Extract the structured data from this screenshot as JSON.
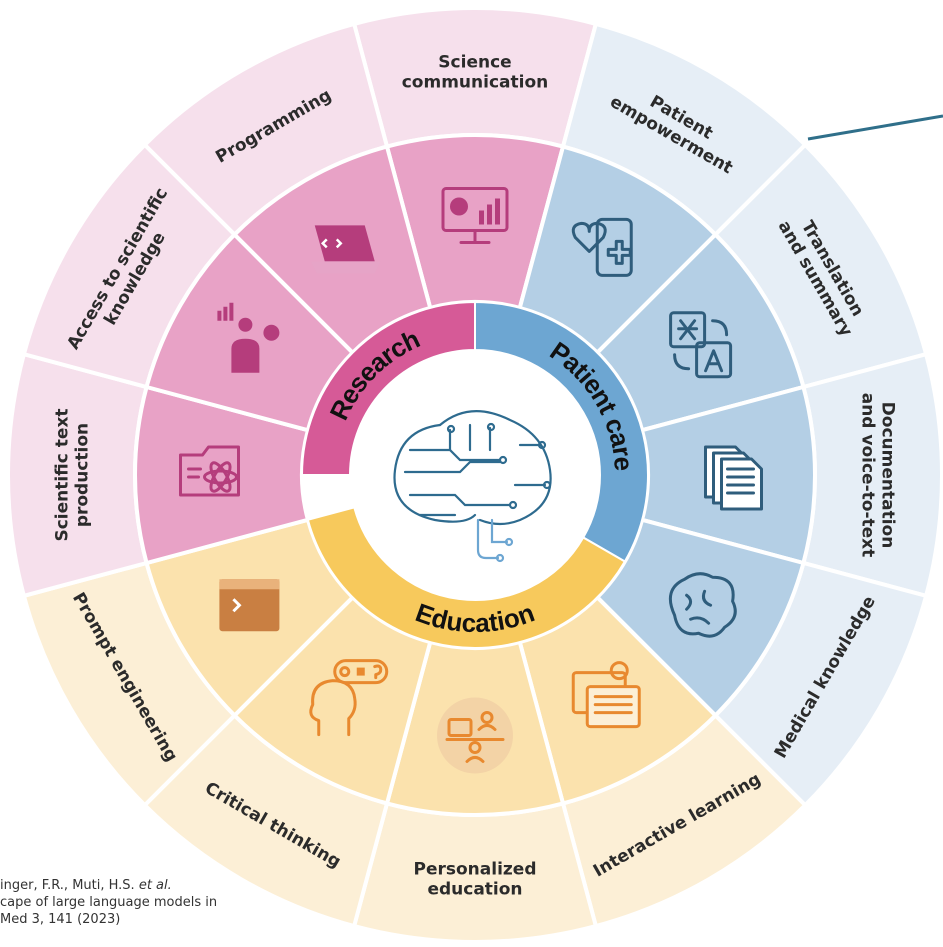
{
  "center": {
    "icon": "circuit-brain-icon"
  },
  "categories": [
    {
      "id": "research",
      "label": "Research",
      "color": "#d65a97",
      "tint": "#e8a2c6",
      "light": "#f6e0ec"
    },
    {
      "id": "patient-care",
      "label": "Patient care",
      "color": "#6da6d2",
      "tint": "#b4cfe5",
      "light": "#e6eef6"
    },
    {
      "id": "education",
      "label": "Education",
      "color": "#f7c95c",
      "tint": "#fbe2ad",
      "light": "#fcefd6"
    }
  ],
  "segments": [
    {
      "id": "science-communication",
      "category": "research",
      "label_lines": [
        "Science",
        "communication"
      ],
      "icon": "chart-monitor-icon"
    },
    {
      "id": "patient-empowerment",
      "category": "patient-care",
      "label_lines": [
        "Patient",
        "empowerment"
      ],
      "icon": "health-phone-icon"
    },
    {
      "id": "translation-and-summary",
      "category": "patient-care",
      "label_lines": [
        "Translation",
        "and summary"
      ],
      "icon": "translate-icon"
    },
    {
      "id": "documentation",
      "category": "patient-care",
      "label_lines": [
        "Documentation",
        "and voice-to-text"
      ],
      "icon": "documents-icon"
    },
    {
      "id": "medical-knowledge",
      "category": "patient-care",
      "label_lines": [
        "Medical knowledge"
      ],
      "icon": "brain-icon"
    },
    {
      "id": "interactive-learning",
      "category": "education",
      "label_lines": [
        "Interactive learning"
      ],
      "icon": "interactive-screen-icon"
    },
    {
      "id": "personalized-education",
      "category": "education",
      "label_lines": [
        "Personalized",
        "education"
      ],
      "icon": "tutor-icon"
    },
    {
      "id": "critical-thinking",
      "category": "education",
      "label_lines": [
        "Critical thinking"
      ],
      "icon": "thinking-head-icon"
    },
    {
      "id": "prompt-engineering",
      "category": "education",
      "label_lines": [
        "Prompt engineering"
      ],
      "icon": "terminal-icon"
    },
    {
      "id": "scientific-text-production",
      "category": "research",
      "label_lines": [
        "Scientific text",
        "production"
      ],
      "icon": "science-folder-icon"
    },
    {
      "id": "access-to-scientific-knowledge",
      "category": "research",
      "label_lines": [
        "Access to scientific",
        "knowledge"
      ],
      "icon": "researcher-icon"
    },
    {
      "id": "programming",
      "category": "research",
      "label_lines": [
        "Programming"
      ],
      "icon": "laptop-code-icon"
    }
  ],
  "citation": {
    "line1_plain": "inger, F.R., Muti, H.S. ",
    "line1_italic": "et al.",
    "line2": "cape of large language models in",
    "line3": "Med 3, 141 (2023)"
  }
}
